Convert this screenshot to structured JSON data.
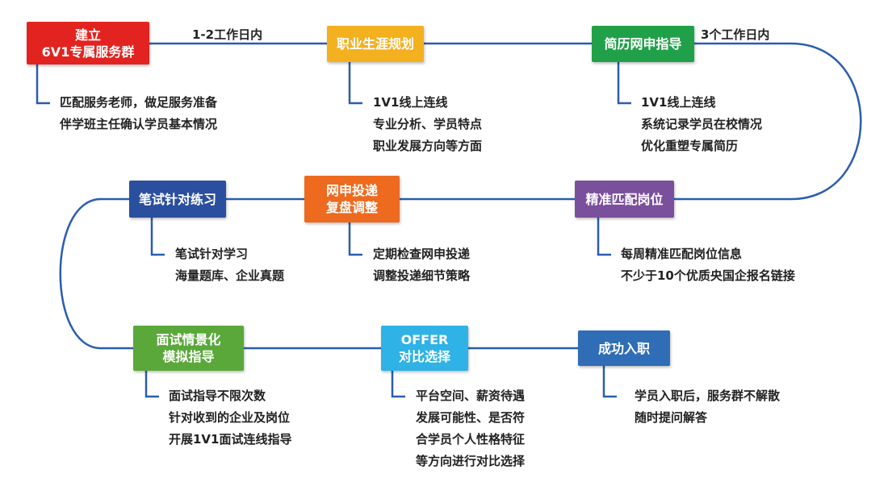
{
  "colors": {
    "red": "#e3231f",
    "orange_yellow": "#f3b01f",
    "green": "#21a04a",
    "purple": "#7a4f9c",
    "orange": "#ee6a1f",
    "navy": "#2a4f9e",
    "lime_green": "#5aa83a",
    "sky_blue": "#2fb2e6",
    "blue": "#2f6db6",
    "connector_line": "#2a5db0"
  },
  "steps": [
    {
      "title_lines": [
        "建立",
        "6V1专属服务群"
      ],
      "desc_lines": [
        "匹配服务老师，做足服务准备",
        "伴学班主任确认学员基本情况"
      ]
    },
    {
      "title_lines": [
        "职业生涯规划"
      ],
      "desc_lines": [
        "1V1线上连线",
        "专业分析、学员特点",
        "职业发展方向等方面"
      ]
    },
    {
      "title_lines": [
        "简历网申指导"
      ],
      "desc_lines": [
        "1V1线上连线",
        "系统记录学员在校情况",
        "优化重塑专属简历"
      ]
    },
    {
      "title_lines": [
        "精准匹配岗位"
      ],
      "desc_lines": [
        "每周精准匹配岗位信息",
        "不少于10个优质央国企报名链接"
      ]
    },
    {
      "title_lines": [
        "网申投递",
        "复盘调整"
      ],
      "desc_lines": [
        "定期检查网申投递",
        "调整投递细节策略"
      ]
    },
    {
      "title_lines": [
        "笔试针对练习"
      ],
      "desc_lines": [
        "笔试针对学习",
        "海量题库、企业真题"
      ]
    },
    {
      "title_lines": [
        "面试情景化",
        "模拟指导"
      ],
      "desc_lines": [
        "面试指导不限次数",
        "针对收到的企业及岗位",
        "开展1V1面试连线指导"
      ]
    },
    {
      "title_lines": [
        "OFFER",
        "对比选择"
      ],
      "desc_lines": [
        "平台空间、薪资待遇",
        "发展可能性、是否符",
        "合学员个人性格特征",
        "等方向进行对比选择"
      ]
    },
    {
      "title_lines": [
        "成功入职"
      ],
      "desc_lines": [
        "学员入职后，服务群不解散",
        "随时提问解答"
      ]
    }
  ],
  "edge_labels": {
    "step1_to_step2": "1-2工作日内",
    "step2_to_step3": "3个工作日内"
  }
}
